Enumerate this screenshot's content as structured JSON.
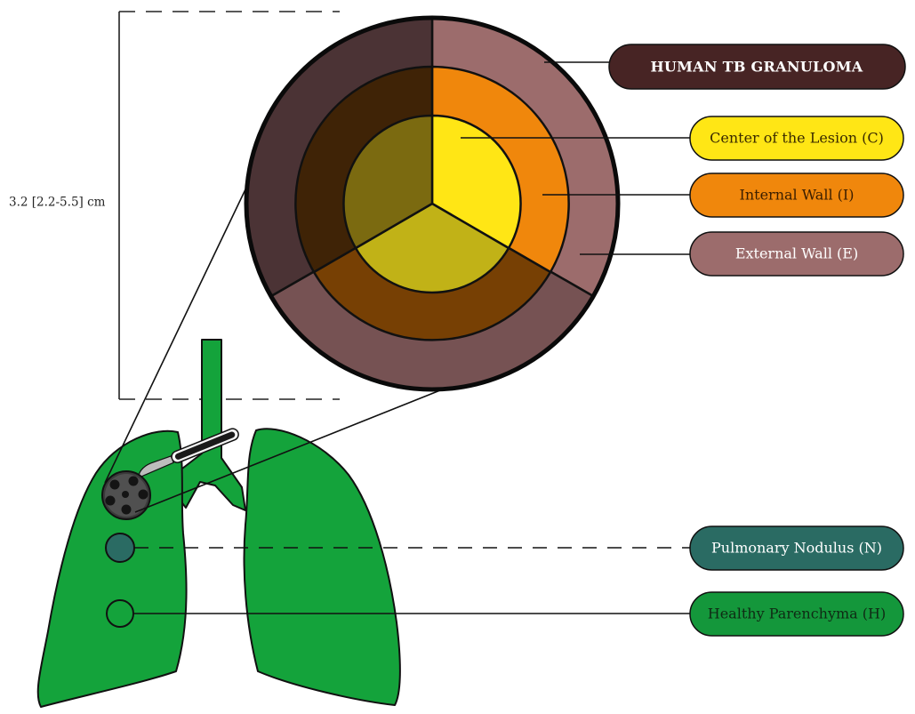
{
  "diagram": {
    "size_label": "3.2 [2.2-5.5] cm",
    "title": "HUMAN TB GRANULOMA",
    "labels": {
      "center": "Center of the Lesion (C)",
      "internal": "Internal Wall (I)",
      "external": "External Wall (E)",
      "nodulus": "Pulmonary Nodulus (N)",
      "parenchyma": "Healthy Parenchyma (H)"
    },
    "colors": {
      "title_fill": "#472424",
      "center_fill": "#ffe615",
      "internal_fill": "#f0870c",
      "external_fill": "#9c6c6c",
      "nodulus_fill": "#2a6b63",
      "parenchyma_fill": "#14973b",
      "lung_fill": "#14a33b",
      "center_dark": "#7b6a10",
      "center_mid": "#c1b217",
      "internal_dark": "#3f2306",
      "internal_mid": "#774004",
      "external_dark": "#4b3335",
      "external_mid": "#765253"
    },
    "icons": {
      "lungs": "lungs-icon",
      "scalpel": "scalpel-icon",
      "granuloma": "granuloma-cross-section"
    }
  }
}
